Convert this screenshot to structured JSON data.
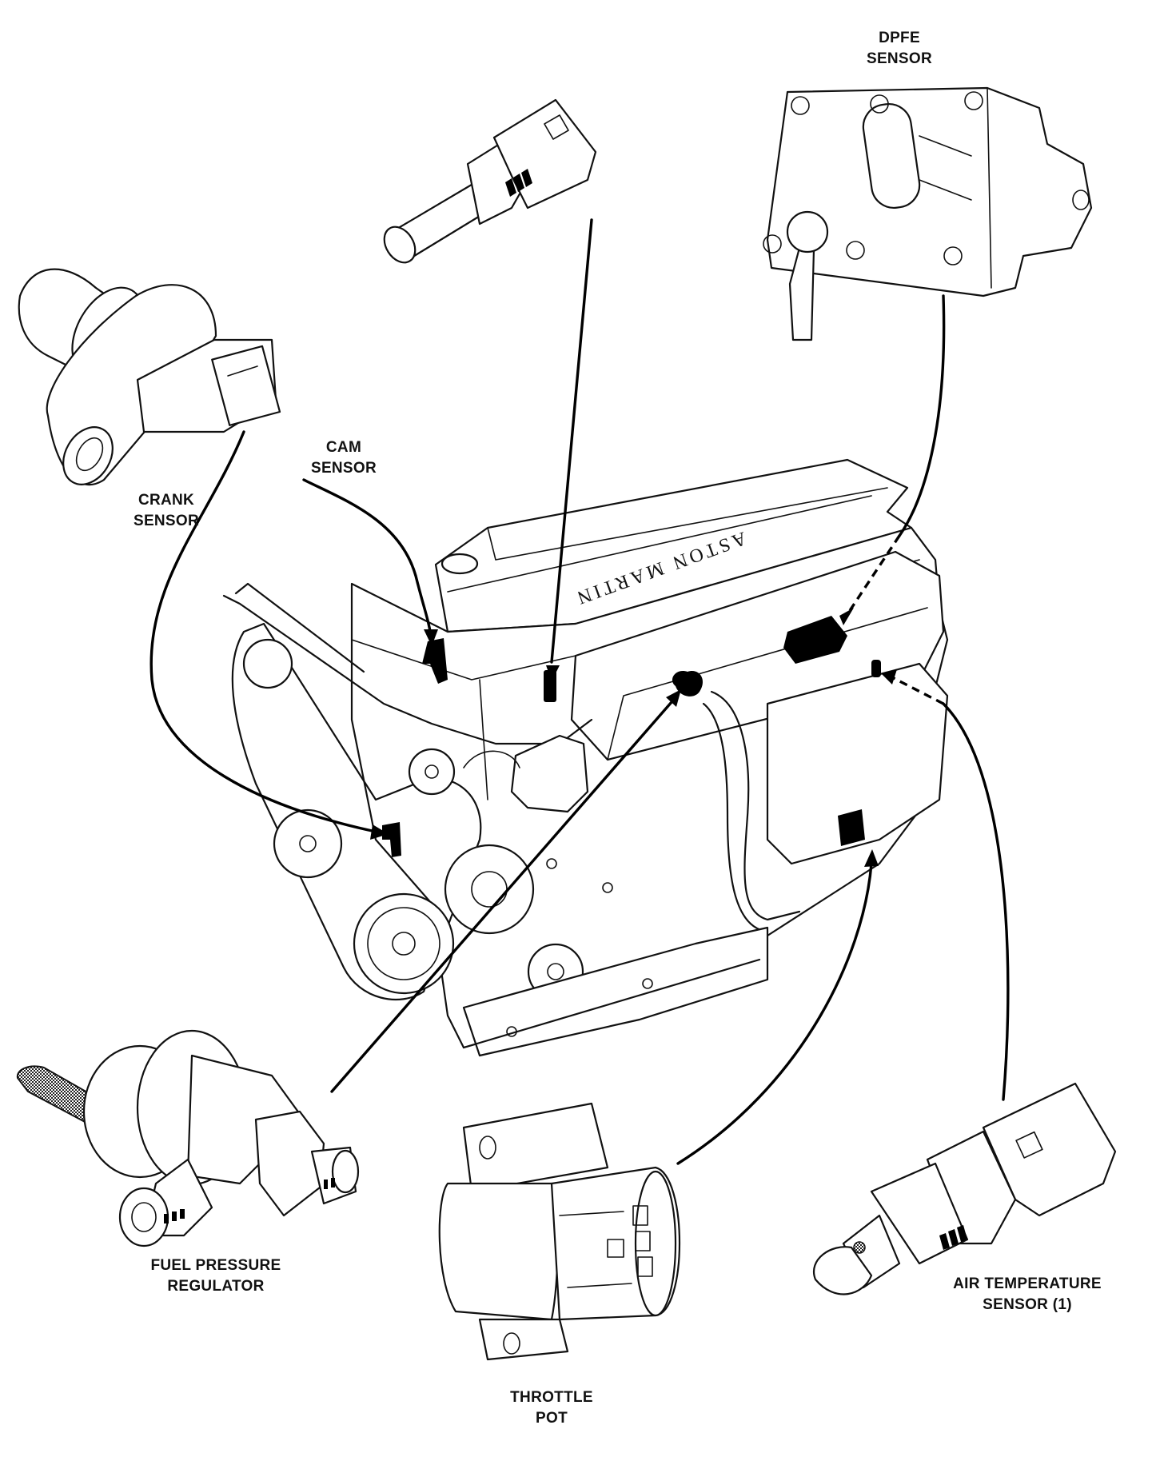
{
  "figure": {
    "type": "exploded-locator-diagram",
    "subject": "Engine management sensors",
    "engine_badge": "ASTON MARTIN"
  },
  "labels": {
    "dpfe_sensor": {
      "line1": "DPFE",
      "line2": "SENSOR"
    },
    "cam_sensor": {
      "line1": "CAM",
      "line2": "SENSOR"
    },
    "crank_sensor": {
      "line1": "CRANK",
      "line2": "SENSOR"
    },
    "fuel_pressure_regulator": {
      "line1": "FUEL PRESSURE",
      "line2": "REGULATOR"
    },
    "throttle_pot": {
      "line1": "THROTTLE",
      "line2": "POT"
    },
    "air_temperature_sensor": {
      "line1": "AIR TEMPERATURE",
      "line2": "SENSOR (1)"
    }
  },
  "components": [
    {
      "id": "coolant-temperature-sensor",
      "label": "",
      "leader": "solid"
    },
    {
      "id": "dpfe-sensor",
      "label": "DPFE SENSOR",
      "leader": "solid-then-dashed"
    },
    {
      "id": "cam-sensor",
      "label": "CAM SENSOR",
      "leader": "solid"
    },
    {
      "id": "crank-sensor",
      "label": "CRANK SENSOR",
      "leader": "solid"
    },
    {
      "id": "fuel-pressure-regulator",
      "label": "FUEL PRESSURE REGULATOR",
      "leader": "solid"
    },
    {
      "id": "throttle-pot",
      "label": "THROTTLE POT",
      "leader": "solid"
    },
    {
      "id": "air-temperature-sensor",
      "label": "AIR TEMPERATURE SENSOR (1)",
      "leader": "solid-then-dashed"
    }
  ],
  "colors": {
    "ink": "#111111",
    "paper": "#ffffff"
  }
}
